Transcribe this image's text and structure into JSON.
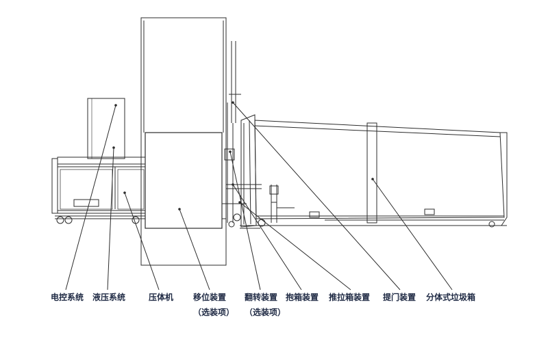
{
  "labels": [
    {
      "id": "electric-control",
      "text": "电控系统"
    },
    {
      "id": "hydraulic",
      "text": "液压系统"
    },
    {
      "id": "compactor",
      "text": "压体机"
    },
    {
      "id": "shift-device",
      "text": "移位装置",
      "note": "（选装项）"
    },
    {
      "id": "flip-device",
      "text": "翻转装置",
      "note": "（选装项）"
    },
    {
      "id": "clamp-device",
      "text": "抱箱装置"
    },
    {
      "id": "push-pull-device",
      "text": "推拉箱装置"
    },
    {
      "id": "lift-door-device",
      "text": "提门装置"
    },
    {
      "id": "split-bin",
      "text": "分体式垃圾箱"
    }
  ],
  "colors": {
    "line": "#2b2b2b",
    "label": "#1f2a44",
    "background": "#ffffff"
  }
}
